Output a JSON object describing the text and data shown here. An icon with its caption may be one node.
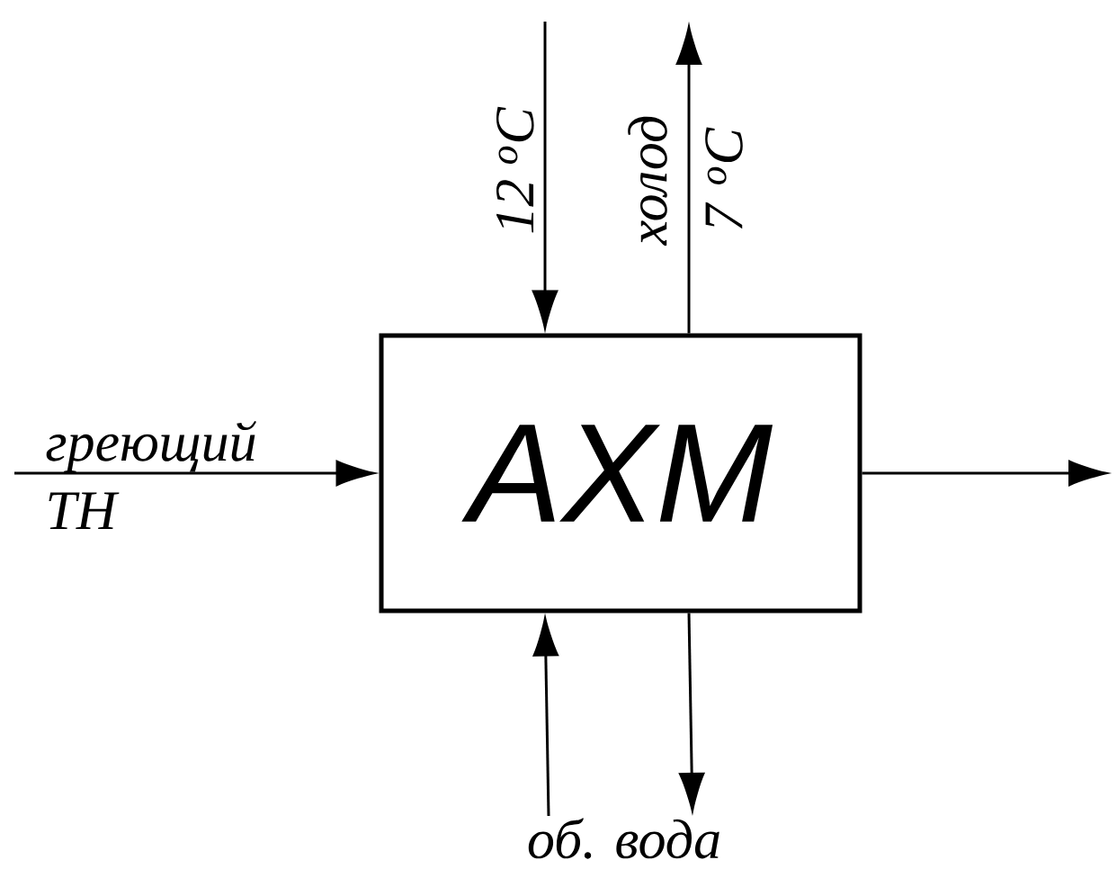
{
  "diagram": {
    "nodes": [
      {
        "text": [
          "АХМ"
        ]
      },
      {
        "text": [
          "об. вода"
        ]
      }
    ],
    "edges": [
      {
        "from": null,
        "to": 0,
        "arrow": "to",
        "label": "12 $^{o}$C"
      },
      {
        "from": 0,
        "to": null,
        "arrow": "to",
        "label": "холод 7 $^{o}$C"
      },
      {
        "from": null,
        "to": 0,
        "arrow": "to",
        "label": "греющий ТН"
      },
      {
        "from": 0,
        "to": null,
        "arrow": "to"
      },
      {
        "from": 1,
        "to": 0,
        "arrow": "to"
      },
      {
        "from": 0,
        "to": 1,
        "arrow": "to"
      }
    ]
  }
}
